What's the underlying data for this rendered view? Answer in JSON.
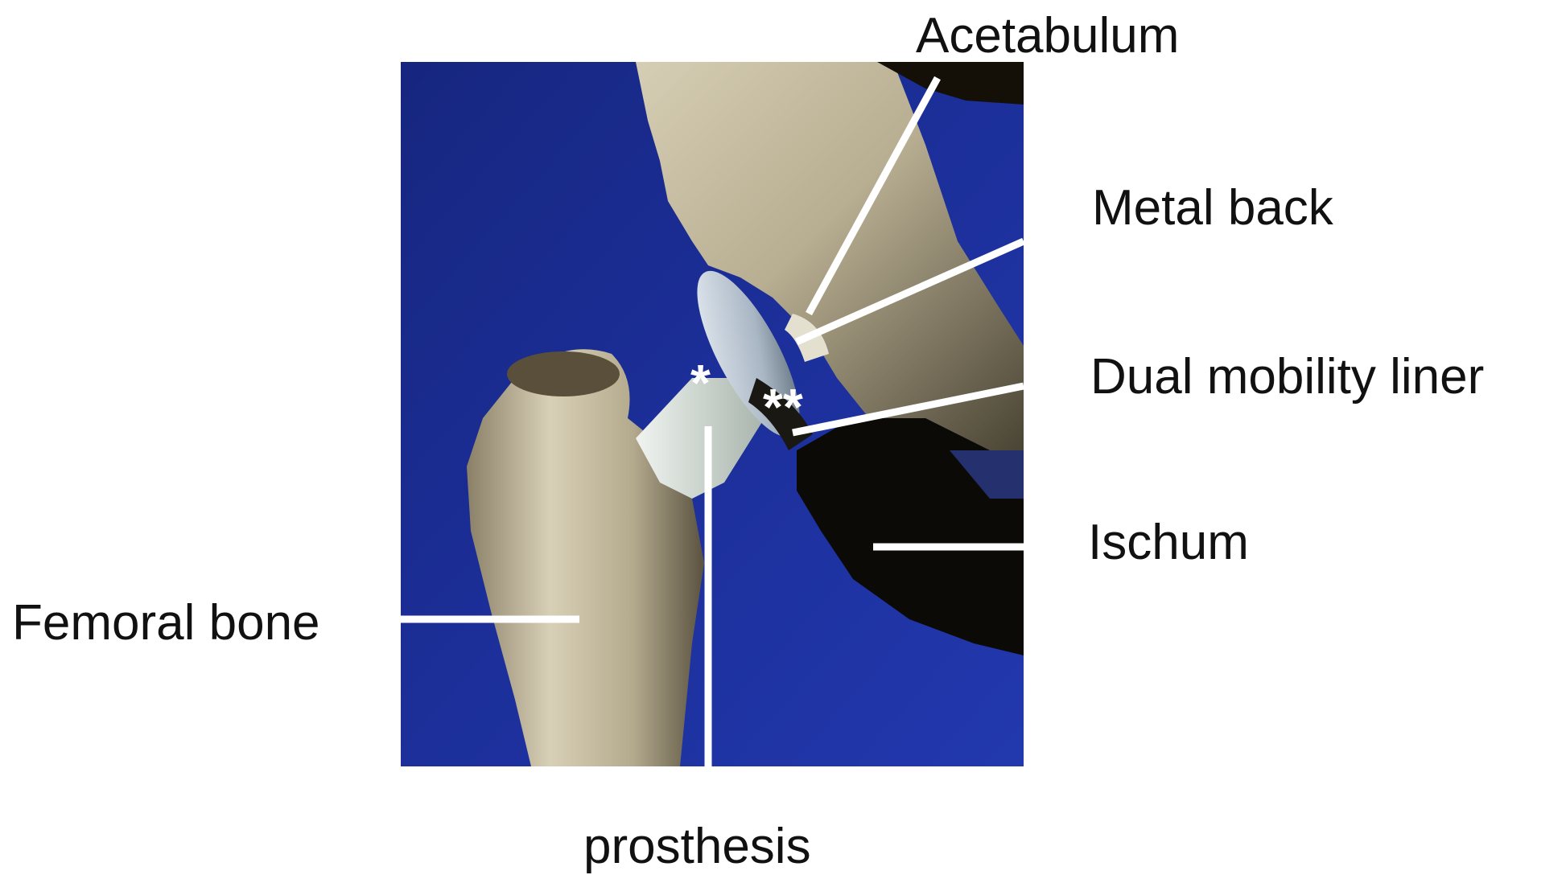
{
  "labels": {
    "acetabulum": "Acetabulum",
    "metal_back": "Metal back",
    "dual_mobility_liner": "Dual mobility liner",
    "ischum": "Ischum",
    "femoral_bone": "Femoral bone",
    "prosthesis": "prosthesis"
  },
  "markers": {
    "single": "*",
    "double": "**"
  },
  "colors": {
    "background": "#1c2f9a",
    "bone": "#d8d0b6",
    "shadow": "#0c0a06",
    "leader_line": "#ffffff"
  }
}
